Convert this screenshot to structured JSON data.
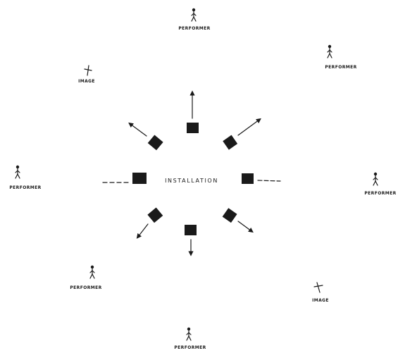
{
  "diagram": {
    "center_label": "INSTALLATION",
    "figures": [
      {
        "kind": "performer",
        "label": "PERFORMER"
      },
      {
        "kind": "performer",
        "label": "PERFORMER"
      },
      {
        "kind": "image",
        "label": "IMAGE"
      },
      {
        "kind": "performer",
        "label": "PERFORMER"
      },
      {
        "kind": "performer",
        "label": "PERFORMER"
      },
      {
        "kind": "performer",
        "label": "PERFORMER"
      },
      {
        "kind": "image",
        "label": "IMAGE"
      },
      {
        "kind": "performer",
        "label": "PERFORMER"
      }
    ],
    "ink_color": "#1a1a1a",
    "background_color": "#ffffff"
  }
}
